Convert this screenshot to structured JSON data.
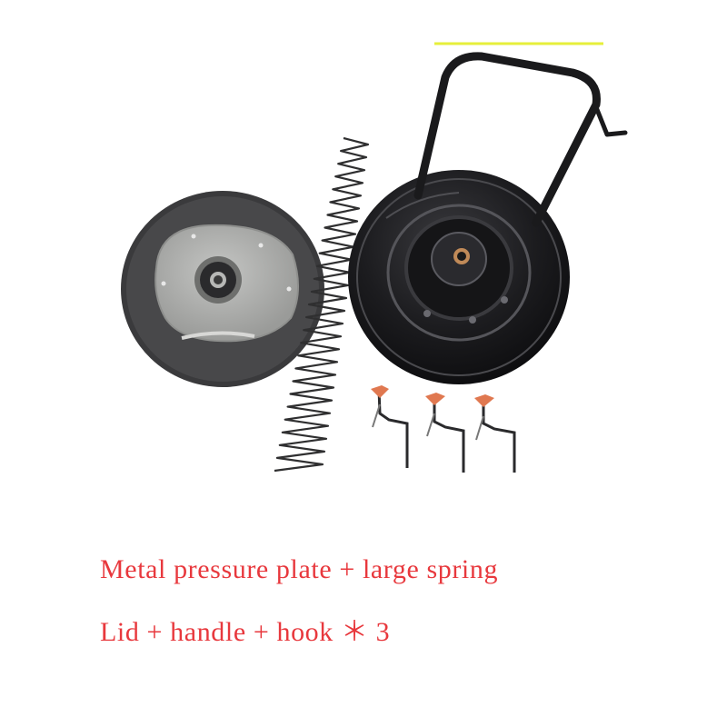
{
  "captions": {
    "line_1": "Metal pressure plate + large spring",
    "line_2": "Lid + handle + hook ＊ 3"
  },
  "colors": {
    "background": "#ffffff",
    "caption_text": "#e8383d",
    "plate_rubber": "#3a3a3c",
    "plate_metal": "#a9aaa8",
    "lid_black": "#1b1b1d",
    "wing_nut_orange": "#e07850",
    "accent_line": "#e6ef3a"
  },
  "objects": [
    "pressure-plate",
    "large-spring",
    "lid",
    "handle",
    "hook",
    "hook",
    "hook"
  ]
}
